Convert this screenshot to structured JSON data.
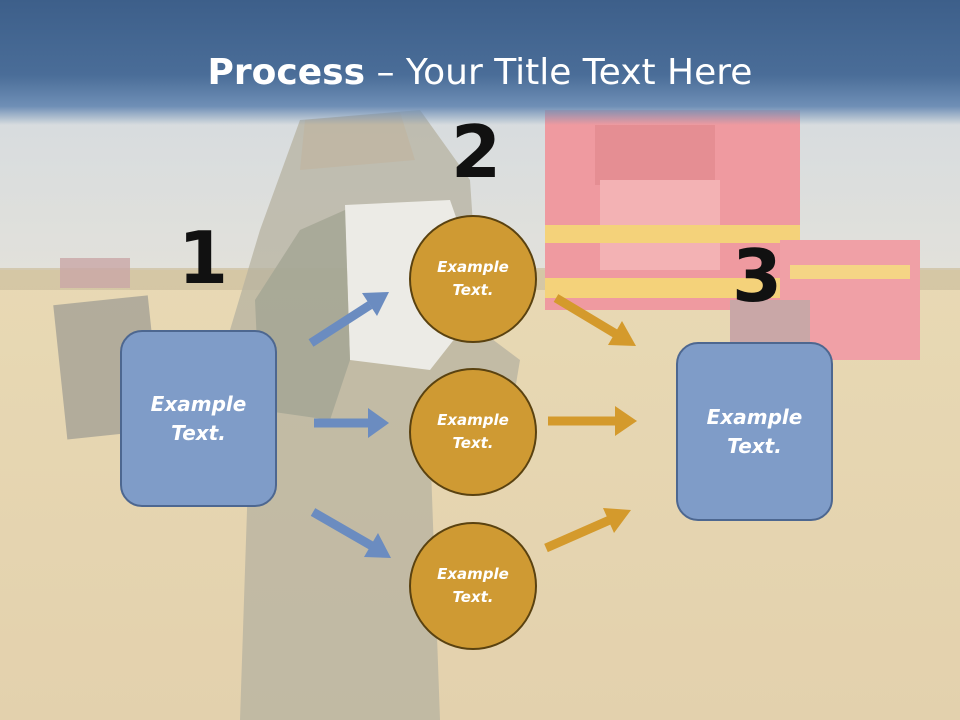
{
  "title": {
    "strong": "Process",
    "rest": " – Your Title Text Here"
  },
  "steps": {
    "step1": {
      "number": "1",
      "text": "Example Text."
    },
    "step2": {
      "number": "2",
      "circles": [
        {
          "text": "Example Text."
        },
        {
          "text": "Example Text."
        },
        {
          "text": "Example Text."
        }
      ]
    },
    "step3": {
      "number": "3",
      "text": "Example Text."
    }
  },
  "colors": {
    "box_fill": "#7f9cc8",
    "circle_fill": "#cf9a33",
    "blue_arrow": "#6b8cc0",
    "gold_arrow": "#d49a2c",
    "title_band": "#3d5f8a"
  }
}
